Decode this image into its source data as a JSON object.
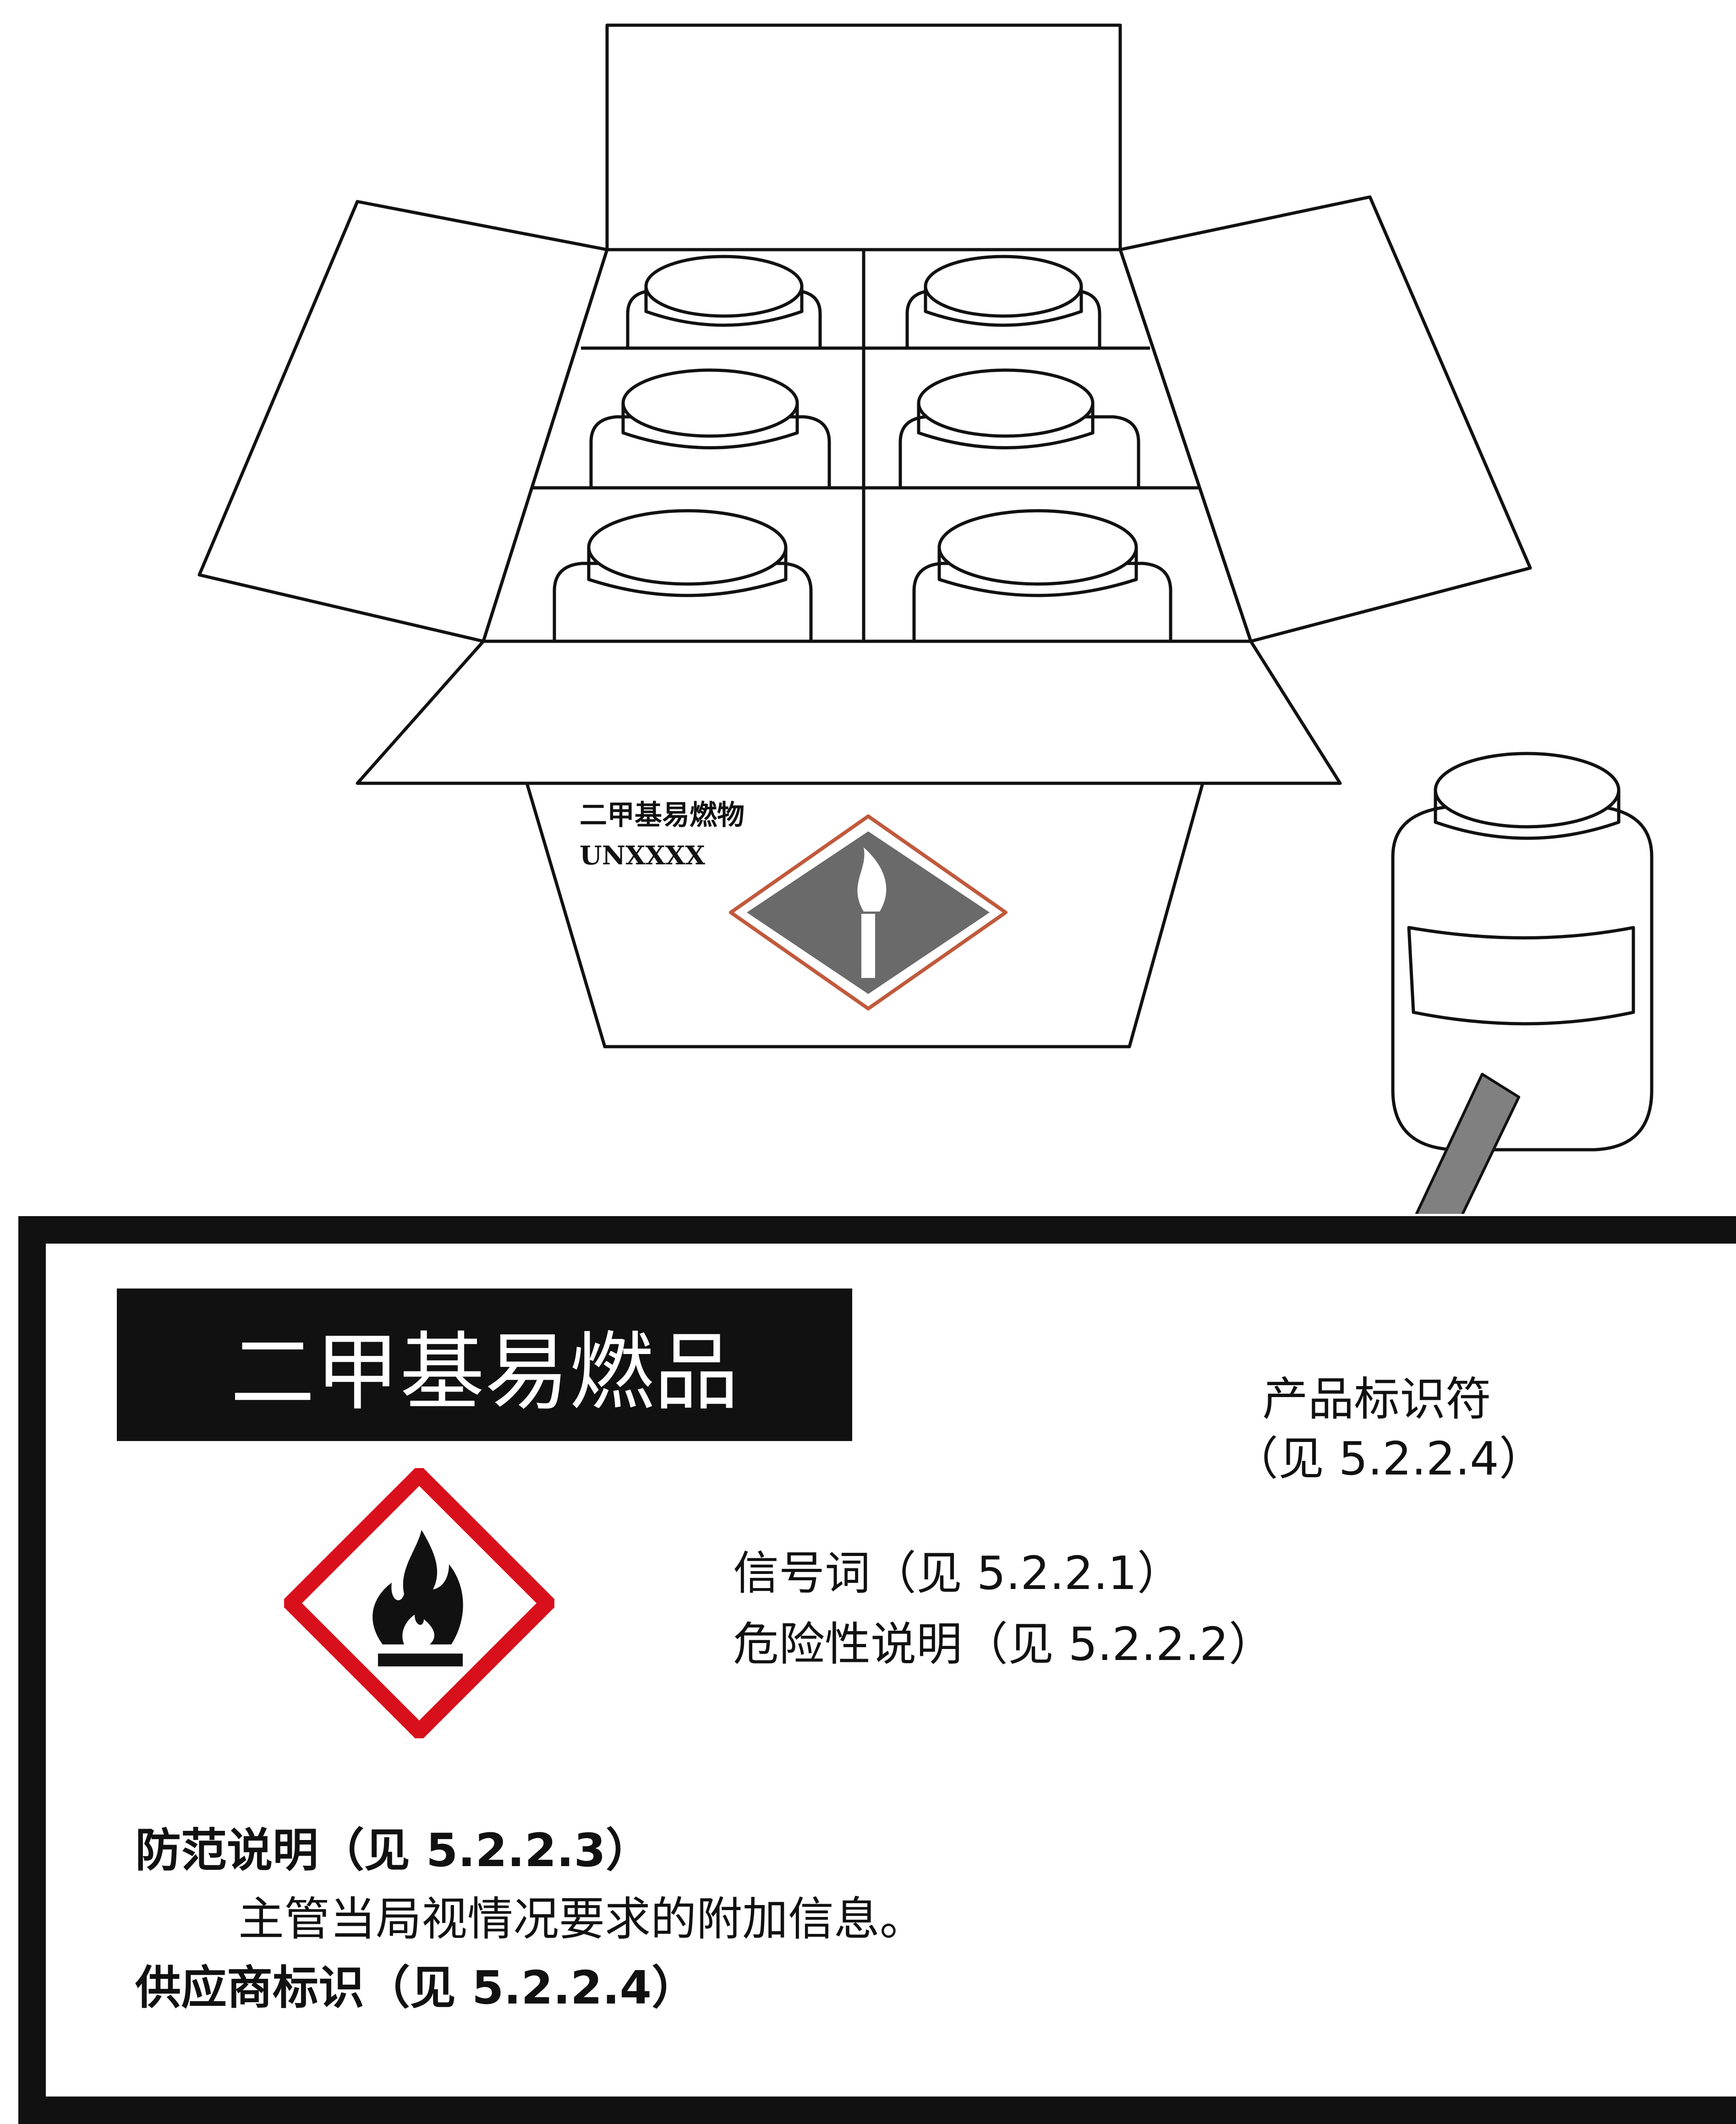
{
  "outer_package": {
    "name_text": "二甲基易燃物",
    "un_number": "UNXXXX",
    "pictogram": "flammable-transport-label"
  },
  "label": {
    "product_name": "二甲基易燃品",
    "pictogram": "ghs-flame-pictogram",
    "product_identifier": {
      "title": "产品标识符",
      "ref": "（见 5.2.2.4）"
    },
    "signal_word": "信号词（见 5.2.2.1）",
    "hazard_statement": "危险性说明（见 5.2.2.2）",
    "precautionary_statement": "防范说明（见 5.2.2.3）",
    "additional_info": "主管当局视情况要求的附加信息。",
    "supplier_identification": "供应商标识（见 5.2.2.4）"
  },
  "colors": {
    "pictogram_border": "#d8101c",
    "frame": "#111111",
    "arrow": "#808080"
  }
}
